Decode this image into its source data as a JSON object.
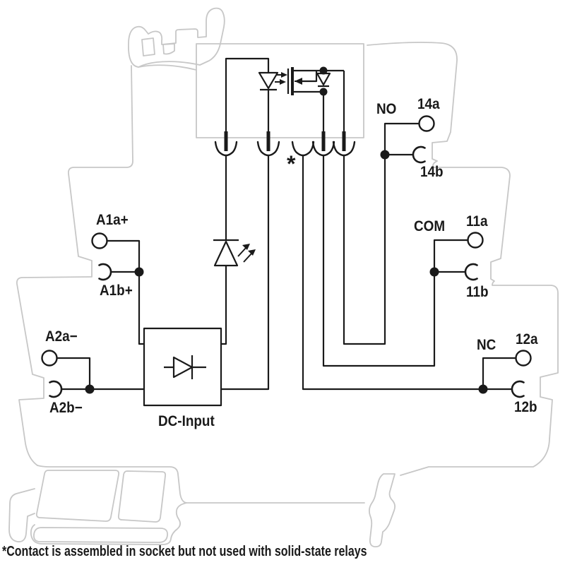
{
  "diagram": {
    "kind": "solid-state relay module wiring schematic",
    "background": "#ffffff",
    "line_color": "#1a1a1a",
    "housing_color": "#c7c7c7",
    "footnote": "*Contact is assembled in socket but not used with solid-state relays",
    "asterisk": "*",
    "dc_input_label": "DC-Input",
    "groups": {
      "no": "NO",
      "com": "COM",
      "nc": "NC"
    },
    "terminals": {
      "a1a": "A1a+",
      "a1b": "A1b+",
      "a2a": "A2a−",
      "a2b": "A2b−",
      "t14a": "14a",
      "t14b": "14b",
      "t11a": "11a",
      "t11b": "11b",
      "t12a": "12a",
      "t12b": "12b"
    },
    "symbols": {
      "optocoupler_led": "LED emitter",
      "photo_mosfet": "photo-MOSFET output with body diode",
      "indicator_led": "status LED indicator",
      "dc_input_diode": "reverse-polarity protection diode"
    }
  }
}
